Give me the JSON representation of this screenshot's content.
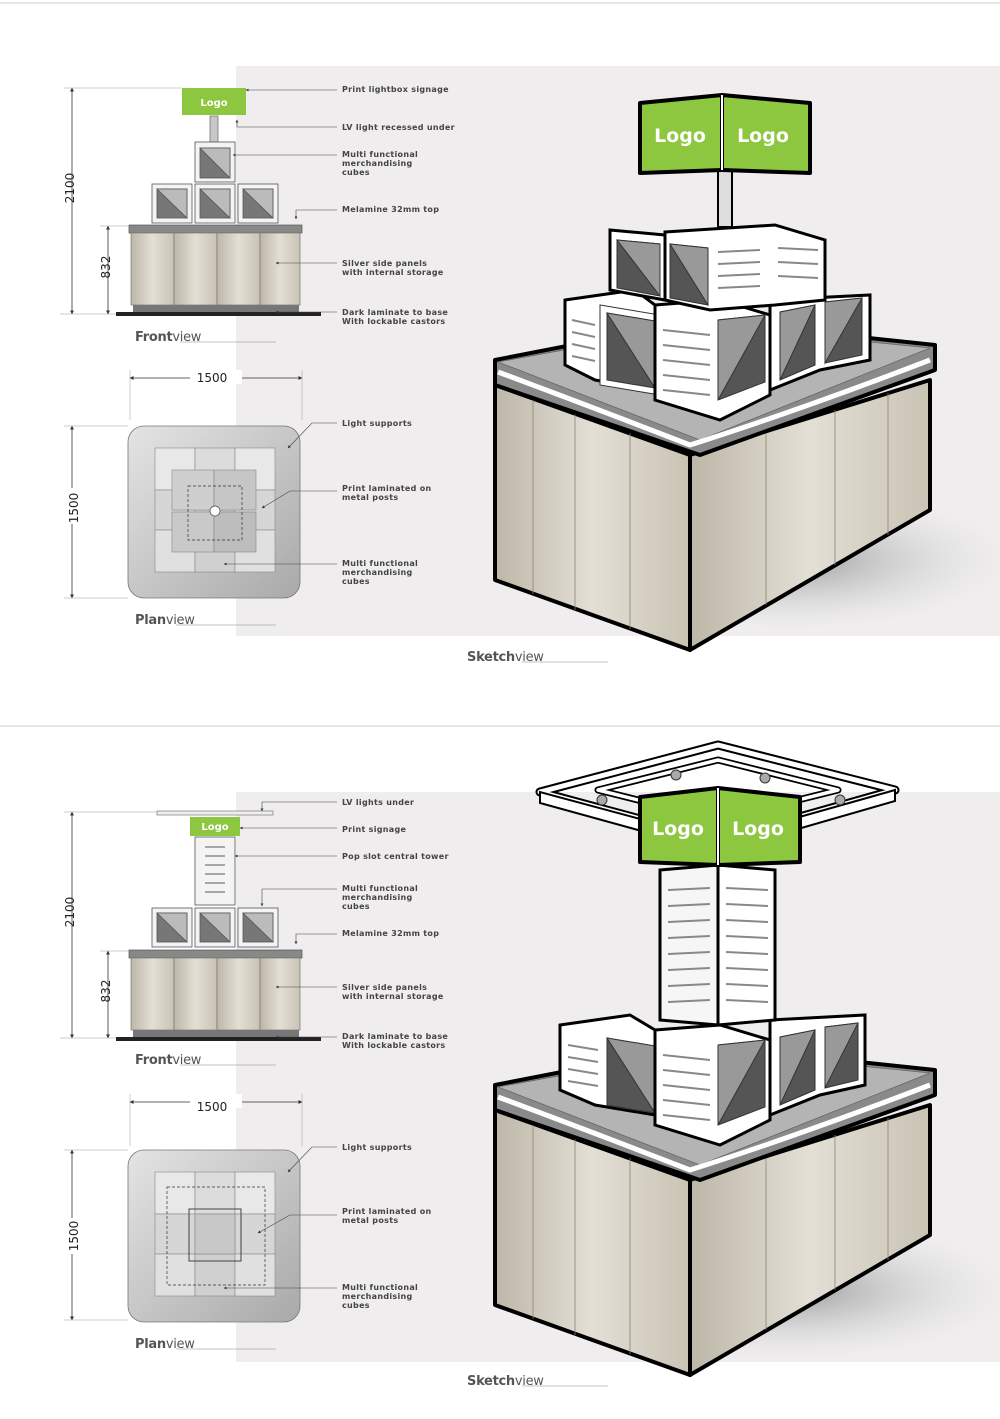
{
  "colors": {
    "accent_green": "#8dc63f",
    "panel_beige": "#dcd8cd",
    "top_grey": "#8a8a8a",
    "background_panel": "#efedee"
  },
  "sheets": [
    {
      "front_view": {
        "title_bold": "Front",
        "title_light": "view",
        "logo_text": "Logo",
        "dim_height": "2100",
        "dim_counter": "832",
        "annotations": [
          "Print lightbox signage",
          "LV light recessed under",
          "Multi functional",
          "merchandising",
          "cubes",
          "Melamine 32mm top",
          "Silver side panels",
          "with internal storage",
          "Dark laminate to base",
          "With lockable castors"
        ]
      },
      "plan_view": {
        "title_bold": "Plan",
        "title_light": "view",
        "dim_width": "1500",
        "dim_depth": "1500",
        "annotations": [
          "Light supports",
          "Print laminated on",
          "metal posts",
          "Multi functional",
          "merchandising",
          "cubes"
        ]
      },
      "sketch_view": {
        "title_bold": "Sketch",
        "title_light": "view",
        "logo_left": "Logo",
        "logo_right": "Logo"
      }
    },
    {
      "front_view": {
        "title_bold": "Front",
        "title_light": "view",
        "logo_text": "Logo",
        "dim_height": "2100",
        "dim_counter": "832",
        "annotations": [
          "LV lights under",
          "Print signage",
          "Pop slot central tower",
          "Multi functional",
          "merchandising",
          "cubes",
          "Melamine 32mm top",
          "Silver side panels",
          "with internal storage",
          "Dark laminate to base",
          "With lockable castors"
        ]
      },
      "plan_view": {
        "title_bold": "Plan",
        "title_light": "view",
        "dim_width": "1500",
        "dim_depth": "1500",
        "annotations": [
          "Light supports",
          "Print laminated on",
          "metal posts",
          "Multi functional",
          "merchandising",
          "cubes"
        ]
      },
      "sketch_view": {
        "title_bold": "Sketch",
        "title_light": "view",
        "logo_left": "Logo",
        "logo_right": "Logo"
      }
    }
  ]
}
